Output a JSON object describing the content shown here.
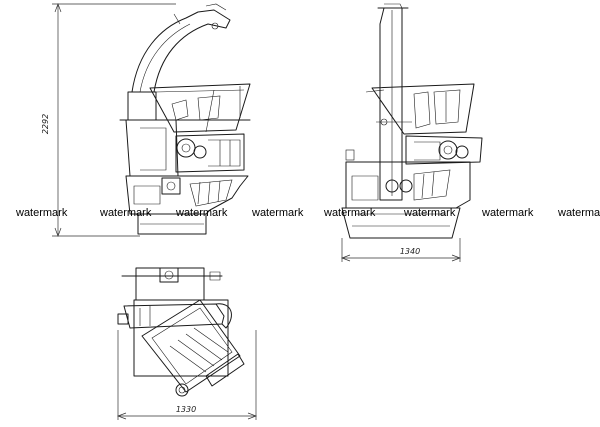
{
  "dimensions": {
    "height_side": "2292",
    "width_front": "1340",
    "width_top": "1330"
  },
  "watermark": {
    "text": "watermark"
  }
}
